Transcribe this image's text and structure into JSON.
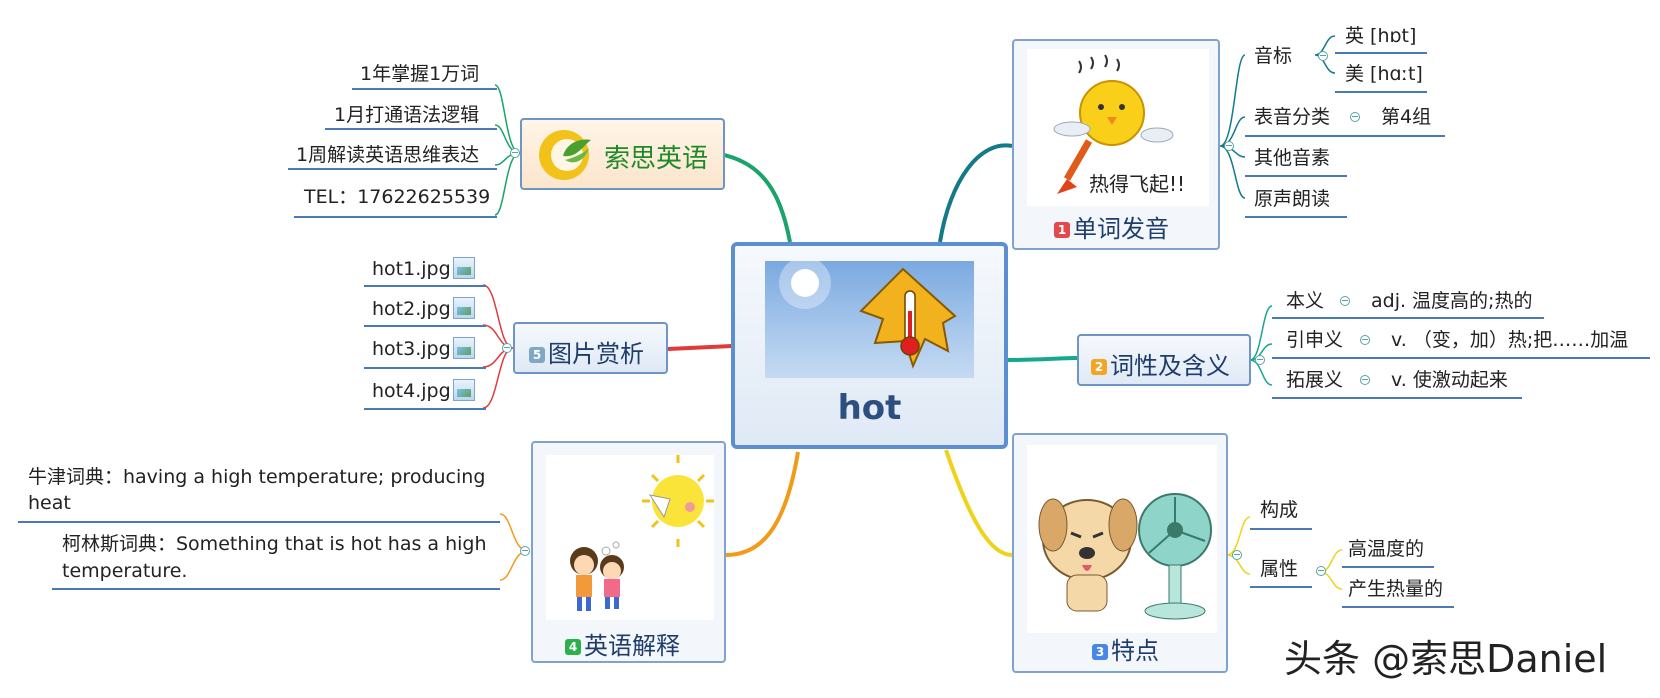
{
  "center": {
    "title": "hot"
  },
  "brand": {
    "name": "索思英语",
    "leaves": [
      "1年掌握1万词",
      "1月打通语法逻辑",
      "1周解读英语思维表达",
      "TEL：17622625539"
    ]
  },
  "pron": {
    "num": "1",
    "title": "单词发音",
    "image_caption": "热得飞起!!",
    "phonetic": {
      "label": "音标",
      "uk": "英 [hɒt]",
      "us": "美 [hɑːt]"
    },
    "classify": {
      "label": "表音分类",
      "value": "第4组"
    },
    "other": "其他音素",
    "read": "原声朗读"
  },
  "meaning": {
    "num": "2",
    "title": "词性及含义",
    "items": [
      {
        "label": "本义",
        "value": "adj. 温度高的;热的"
      },
      {
        "label": "引申义",
        "value": "v. （变，加）热;把……加温"
      },
      {
        "label": "拓展义",
        "value": "v. 使激动起来"
      }
    ]
  },
  "feature": {
    "num": "3",
    "title": "特点",
    "compose": "构成",
    "attr": {
      "label": "属性",
      "values": [
        "高温度的",
        "产生热量的"
      ]
    }
  },
  "english": {
    "num": "4",
    "title": "英语解释",
    "oxford": "牛津词典：having a high temperature; producing heat",
    "collins": "柯林斯词典：Something that is hot has a high temperature."
  },
  "pics": {
    "num": "5",
    "title": "图片赏析",
    "files": [
      "hot1.jpg",
      "hot2.jpg",
      "hot3.jpg",
      "hot4.jpg"
    ]
  },
  "watermark": "头条 @索思Daniel",
  "colors": {
    "num1": "#e04a4a",
    "num2": "#f2a623",
    "num3": "#4a86e8",
    "num4": "#2bb04a",
    "num5": "#7fa8c4"
  }
}
